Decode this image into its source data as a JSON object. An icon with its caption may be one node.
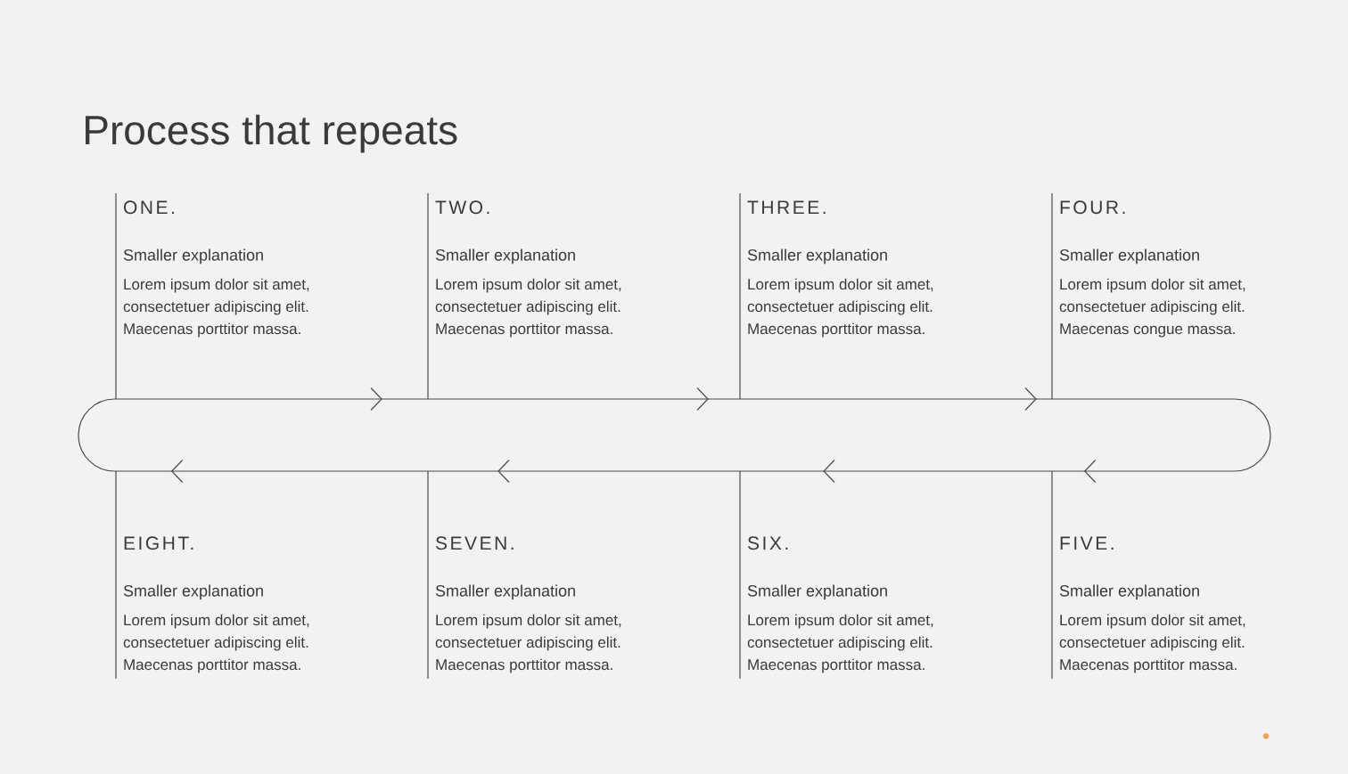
{
  "diagram": {
    "title": "Process that repeats",
    "nodes": [
      {
        "text": [
          "ONE.",
          "Smaller explanation",
          "Lorem ipsum dolor sit amet, consectetuer adipiscing elit. Maecenas porttitor massa."
        ]
      },
      {
        "text": [
          "TWO.",
          "Smaller explanation",
          "Lorem ipsum dolor sit amet, consectetuer adipiscing elit. Maecenas porttitor massa."
        ]
      },
      {
        "text": [
          "THREE.",
          "Smaller explanation",
          "Lorem ipsum dolor sit amet, consectetuer adipiscing elit. Maecenas porttitor massa."
        ]
      },
      {
        "text": [
          "FOUR.",
          "Smaller explanation",
          "Lorem ipsum dolor sit amet, consectetuer adipiscing elit. Maecenas congue massa."
        ]
      },
      {
        "text": [],
        "shape": "capsule"
      },
      {
        "text": [
          "EIGHT.",
          "Smaller explanation",
          "Lorem ipsum dolor sit amet, consectetuer adipiscing elit. Maecenas porttitor massa."
        ]
      },
      {
        "text": [
          "SEVEN.",
          "Smaller explanation",
          "Lorem ipsum dolor sit amet, consectetuer adipiscing elit. Maecenas porttitor massa."
        ]
      },
      {
        "text": [
          "SIX.",
          "Smaller explanation",
          "Lorem ipsum dolor sit amet, consectetuer adipiscing elit. Maecenas porttitor massa."
        ]
      },
      {
        "text": [
          "FIVE.",
          "Smaller explanation",
          "Lorem ipsum dolor sit amet, consectetuer adipiscing elit. Maecenas porttitor massa."
        ]
      }
    ],
    "edges": [
      {
        "from": 0,
        "to": 4,
        "arrow": "none"
      },
      {
        "from": 1,
        "to": 4,
        "arrow": "none"
      },
      {
        "from": 2,
        "to": 4,
        "arrow": "none"
      },
      {
        "from": 3,
        "to": 4,
        "arrow": "none"
      },
      {
        "from": 5,
        "to": 4,
        "arrow": "none"
      },
      {
        "from": 6,
        "to": 4,
        "arrow": "none"
      },
      {
        "from": 7,
        "to": 4,
        "arrow": "none"
      },
      {
        "from": 8,
        "to": 4,
        "arrow": "none"
      }
    ]
  }
}
